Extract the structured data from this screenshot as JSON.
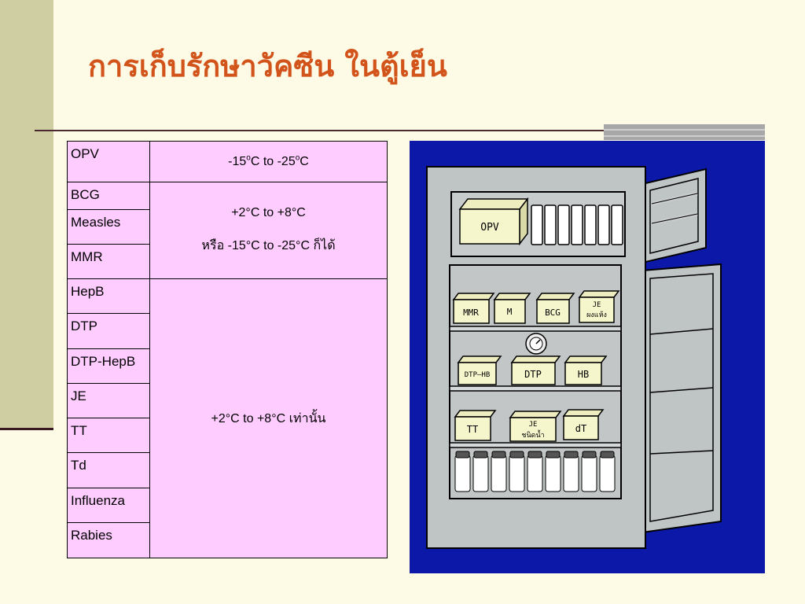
{
  "title": "การเก็บรักษาวัคซีน ในตู้เย็น",
  "table": {
    "opv": {
      "name": "OPV",
      "temp_pre": "-15",
      "deg": "o",
      "temp_mid": "C to -25",
      "temp_post": "C"
    },
    "group2": {
      "rows": [
        "BCG",
        "Measles",
        "MMR"
      ],
      "line1": "+2°C to +8°C",
      "line2": "หรือ  -15°C to -25°C ก็ได้"
    },
    "group3": {
      "rows": [
        "HepB",
        "DTP",
        "DTP-HepB",
        "JE",
        "TT",
        "Td",
        "Influenza",
        "Rabies"
      ],
      "line": "+2°C to +8°C เท่านั้น"
    }
  },
  "fridge": {
    "freezer_box": "OPV",
    "shelf1": [
      "MMR",
      "M",
      "BCG"
    ],
    "shelf1_je_top": "JE",
    "shelf1_je_bottom": "ผงแห้ง",
    "shelf2": [
      "DTP–HB",
      "DTP",
      "HB"
    ],
    "shelf3": [
      "TT",
      "dT"
    ],
    "shelf3_je_top": "JE",
    "shelf3_je_bottom": "ชนิดน้ำ"
  },
  "colors": {
    "title": "#D2541B",
    "table_fill": "#FFCCFF",
    "fridge_background": "#0B18A8",
    "fridge_body": "#BFC4C4",
    "box_fill": "#F6F6CC"
  }
}
